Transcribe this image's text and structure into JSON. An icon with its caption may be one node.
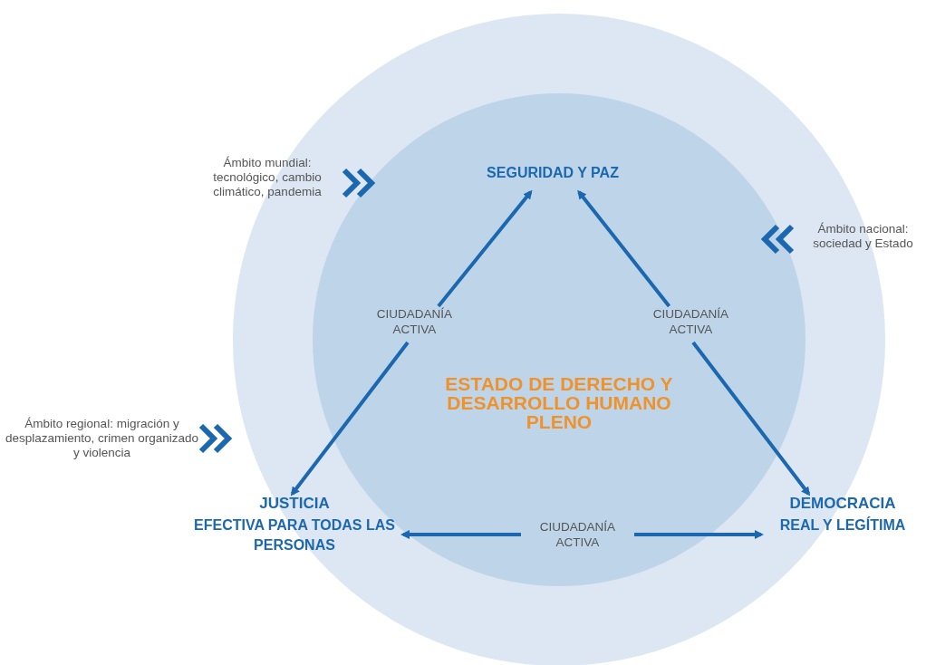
{
  "diagram": {
    "nodes": [
      {
        "text": [],
        "shape": "circle"
      },
      {
        "text": [
          "ESTADO DE DERECHO Y DESARROLLO HUMANO PLENO"
        ],
        "in": 0
      },
      {
        "text": [
          "SEGURIDAD Y PAZ"
        ],
        "in": 1
      },
      {
        "text": [
          "CIUDADANÍA ACTIVA"
        ],
        "in": 1
      },
      {
        "text": [
          "CIUDADANÍA ACTIVA"
        ],
        "in": 1
      },
      {
        "text": [
          "CIUDADANÍA ACTIVA"
        ],
        "in": 1
      },
      {
        "text": [
          "JUSTICIA",
          "EFECTIVA PARA TODAS LAS PERSONAS"
        ],
        "in": 0
      },
      {
        "text": [
          "DEMOCRACIA",
          "REAL Y LEGÍTIMA"
        ],
        "in": 0
      },
      {
        "text": [
          "Ámbito mundial: tecnológico, cambio climático, pandemia"
        ]
      },
      {
        "text": [
          "Ámbito nacional: sociedad y Estado"
        ]
      },
      {
        "text": [
          "Ámbito regional: migración y desplazamiento, crimen organizado y violencia"
        ]
      }
    ],
    "edges": [
      {
        "from": 3,
        "to": 2,
        "arrow": "to"
      },
      {
        "from": 4,
        "to": 2,
        "arrow": "to"
      },
      {
        "from": 3,
        "to": 6,
        "arrow": "to"
      },
      {
        "from": 4,
        "to": 7,
        "arrow": "to"
      },
      {
        "from": 5,
        "to": 6,
        "arrow": "to"
      },
      {
        "from": 5,
        "to": 7,
        "arrow": "to"
      }
    ]
  }
}
